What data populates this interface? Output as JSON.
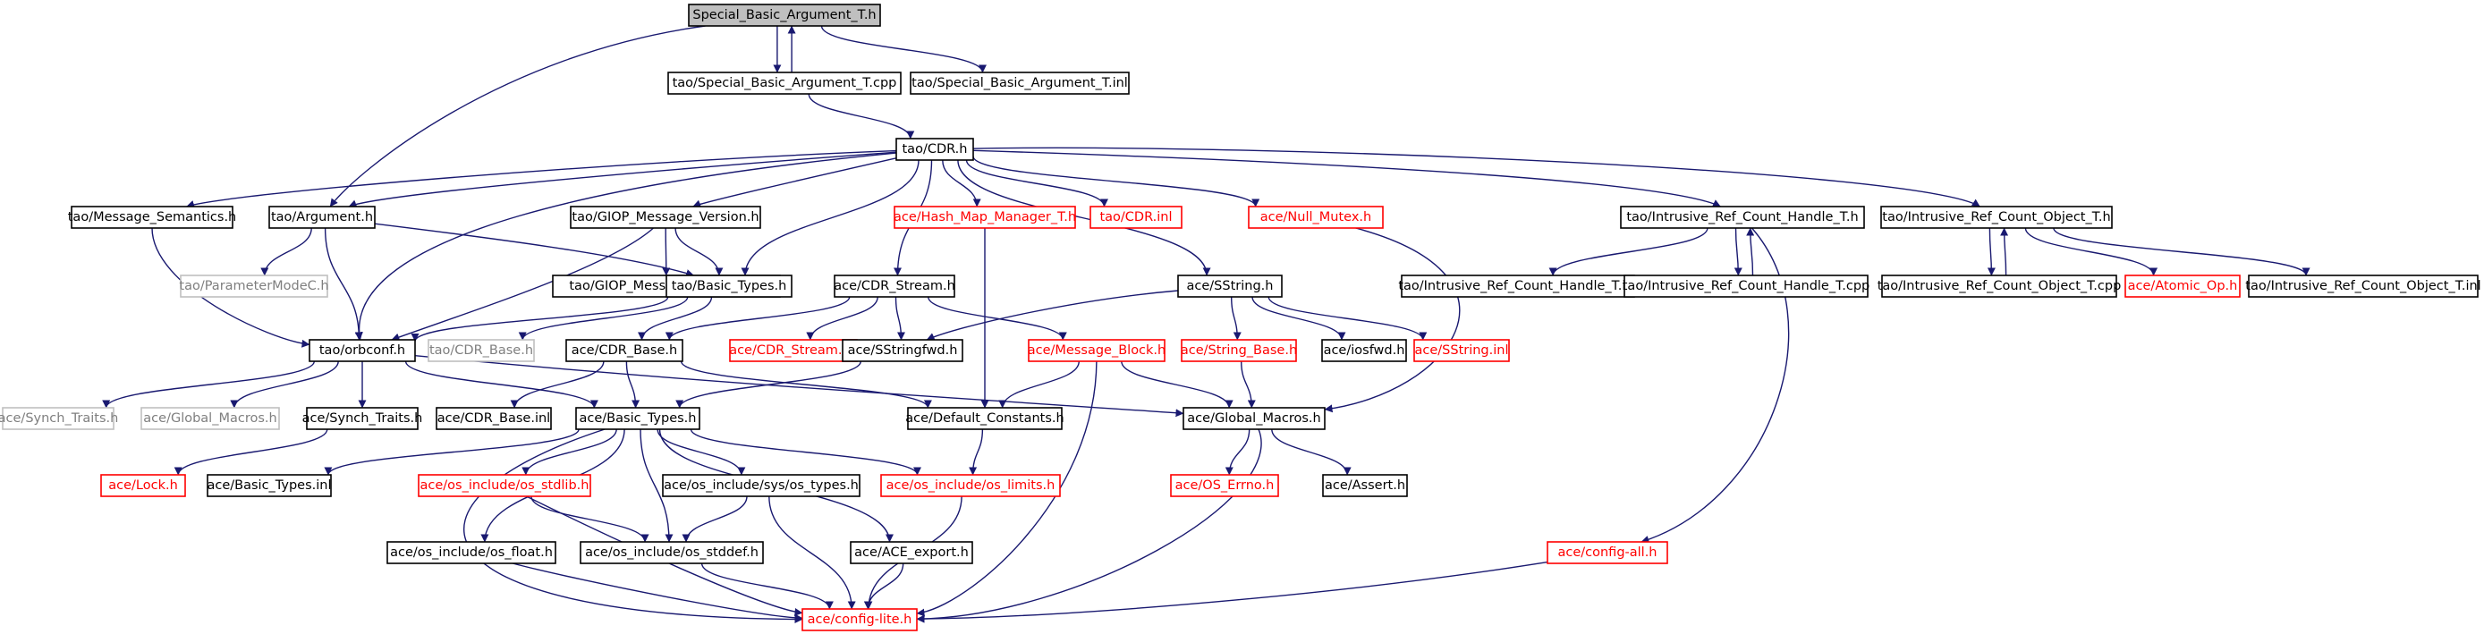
{
  "colors": {
    "edge": "#191970",
    "root_fill": "#bfbfbf",
    "normal_border": "#000000",
    "red_border": "#ff0000",
    "gray_border": "#bfbfbf",
    "normal_text": "#000000",
    "red_text": "#ff0000",
    "gray_text": "#7f7f7f"
  },
  "nodes": [
    {
      "id": "root",
      "label": "Special_Basic_Argument_T.h",
      "style": "root"
    },
    {
      "id": "sba_cpp",
      "label": "tao/Special_Basic_Argument_T.cpp",
      "style": "normal"
    },
    {
      "id": "sba_inl",
      "label": "tao/Special_Basic_Argument_T.inl",
      "style": "normal"
    },
    {
      "id": "cdr_h",
      "label": "tao/CDR.h",
      "style": "normal"
    },
    {
      "id": "msg_sem",
      "label": "tao/Message_Semantics.h",
      "style": "normal"
    },
    {
      "id": "argument",
      "label": "tao/Argument.h",
      "style": "normal"
    },
    {
      "id": "giop_ver",
      "label": "tao/GIOP_Message_Version.h",
      "style": "normal"
    },
    {
      "id": "hash_map",
      "label": "ace/Hash_Map_Manager_T.h",
      "style": "red"
    },
    {
      "id": "cdr_inl",
      "label": "tao/CDR.inl",
      "style": "red"
    },
    {
      "id": "null_mutex",
      "label": "ace/Null_Mutex.h",
      "style": "red"
    },
    {
      "id": "irch",
      "label": "tao/Intrusive_Ref_Count_Handle_T.h",
      "style": "normal"
    },
    {
      "id": "irco",
      "label": "tao/Intrusive_Ref_Count_Object_T.h",
      "style": "normal"
    },
    {
      "id": "param_mode",
      "label": "tao/ParameterModeC.h",
      "style": "gray"
    },
    {
      "id": "giop_ver_inl",
      "label": "tao/GIOP_Message_Version.inl",
      "style": "normal"
    },
    {
      "id": "tao_basic",
      "label": "tao/Basic_Types.h",
      "style": "normal"
    },
    {
      "id": "cdr_stream",
      "label": "ace/CDR_Stream.h",
      "style": "normal"
    },
    {
      "id": "sstring",
      "label": "ace/SString.h",
      "style": "normal"
    },
    {
      "id": "irch_inl",
      "label": "tao/Intrusive_Ref_Count_Handle_T.inl",
      "style": "normal"
    },
    {
      "id": "irch_cpp",
      "label": "tao/Intrusive_Ref_Count_Handle_T.cpp",
      "style": "normal"
    },
    {
      "id": "irco_cpp",
      "label": "tao/Intrusive_Ref_Count_Object_T.cpp",
      "style": "normal"
    },
    {
      "id": "atomic_op",
      "label": "ace/Atomic_Op.h",
      "style": "red"
    },
    {
      "id": "irco_inl",
      "label": "tao/Intrusive_Ref_Count_Object_T.inl",
      "style": "normal"
    },
    {
      "id": "orbconf",
      "label": "tao/orbconf.h",
      "style": "normal"
    },
    {
      "id": "tao_cdr_base",
      "label": "tao/CDR_Base.h",
      "style": "gray"
    },
    {
      "id": "ace_cdr_base",
      "label": "ace/CDR_Base.h",
      "style": "normal"
    },
    {
      "id": "cdr_stream_inl",
      "label": "ace/CDR_Stream.inl",
      "style": "red"
    },
    {
      "id": "sstringfwd",
      "label": "ace/SStringfwd.h",
      "style": "normal"
    },
    {
      "id": "msg_block",
      "label": "ace/Message_Block.h",
      "style": "red"
    },
    {
      "id": "string_base",
      "label": "ace/String_Base.h",
      "style": "red"
    },
    {
      "id": "iosfwd",
      "label": "ace/iosfwd.h",
      "style": "normal"
    },
    {
      "id": "sstring_inl",
      "label": "ace/SString.inl",
      "style": "red"
    },
    {
      "id": "synch_gray",
      "label": "ace/Synch_Traits.h",
      "style": "gray"
    },
    {
      "id": "global_gray",
      "label": "ace/Global_Macros.h",
      "style": "gray"
    },
    {
      "id": "synch",
      "label": "ace/Synch_Traits.h",
      "style": "normal"
    },
    {
      "id": "cdr_base_inl",
      "label": "ace/CDR_Base.inl",
      "style": "normal"
    },
    {
      "id": "ace_basic",
      "label": "ace/Basic_Types.h",
      "style": "normal"
    },
    {
      "id": "default_const",
      "label": "ace/Default_Constants.h",
      "style": "normal"
    },
    {
      "id": "global_macros",
      "label": "ace/Global_Macros.h",
      "style": "normal"
    },
    {
      "id": "lock",
      "label": "ace/Lock.h",
      "style": "red"
    },
    {
      "id": "basic_inl",
      "label": "ace/Basic_Types.inl",
      "style": "normal"
    },
    {
      "id": "os_stdlib",
      "label": "ace/os_include/os_stdlib.h",
      "style": "red"
    },
    {
      "id": "os_types",
      "label": "ace/os_include/sys/os_types.h",
      "style": "normal"
    },
    {
      "id": "os_limits",
      "label": "ace/os_include/os_limits.h",
      "style": "red"
    },
    {
      "id": "os_errno",
      "label": "ace/OS_Errno.h",
      "style": "red"
    },
    {
      "id": "assert",
      "label": "ace/Assert.h",
      "style": "normal"
    },
    {
      "id": "os_float",
      "label": "ace/os_include/os_float.h",
      "style": "normal"
    },
    {
      "id": "os_stddef",
      "label": "ace/os_include/os_stddef.h",
      "style": "normal"
    },
    {
      "id": "ace_export",
      "label": "ace/ACE_export.h",
      "style": "normal"
    },
    {
      "id": "config_all",
      "label": "ace/config-all.h",
      "style": "red"
    },
    {
      "id": "config_lite",
      "label": "ace/config-lite.h",
      "style": "red"
    }
  ],
  "edges": [
    [
      "root",
      "sba_cpp"
    ],
    [
      "root",
      "sba_inl"
    ],
    [
      "root",
      "argument"
    ],
    [
      "sba_cpp",
      "root"
    ],
    [
      "sba_cpp",
      "cdr_h"
    ],
    [
      "cdr_h",
      "msg_sem"
    ],
    [
      "cdr_h",
      "argument"
    ],
    [
      "cdr_h",
      "giop_ver"
    ],
    [
      "cdr_h",
      "hash_map"
    ],
    [
      "cdr_h",
      "cdr_inl"
    ],
    [
      "cdr_h",
      "null_mutex"
    ],
    [
      "cdr_h",
      "irch"
    ],
    [
      "cdr_h",
      "irco"
    ],
    [
      "cdr_h",
      "tao_basic"
    ],
    [
      "cdr_h",
      "cdr_stream"
    ],
    [
      "cdr_h",
      "sstring"
    ],
    [
      "cdr_h",
      "orbconf"
    ],
    [
      "msg_sem",
      "orbconf"
    ],
    [
      "argument",
      "param_mode"
    ],
    [
      "argument",
      "orbconf"
    ],
    [
      "argument",
      "tao_basic"
    ],
    [
      "giop_ver",
      "giop_ver_inl"
    ],
    [
      "giop_ver",
      "tao_basic"
    ],
    [
      "giop_ver",
      "orbconf"
    ],
    [
      "hash_map",
      "default_const"
    ],
    [
      "null_mutex",
      "global_macros"
    ],
    [
      "irch",
      "irch_inl"
    ],
    [
      "irch",
      "irch_cpp"
    ],
    [
      "irch",
      "config_all"
    ],
    [
      "irch_cpp",
      "irch"
    ],
    [
      "irco",
      "irco_cpp"
    ],
    [
      "irco",
      "atomic_op"
    ],
    [
      "irco",
      "irco_inl"
    ],
    [
      "irco_cpp",
      "irco"
    ],
    [
      "tao_basic",
      "orbconf"
    ],
    [
      "tao_basic",
      "tao_cdr_base"
    ],
    [
      "tao_basic",
      "ace_cdr_base"
    ],
    [
      "cdr_stream",
      "ace_cdr_base"
    ],
    [
      "cdr_stream",
      "cdr_stream_inl"
    ],
    [
      "cdr_stream",
      "sstringfwd"
    ],
    [
      "cdr_stream",
      "msg_block"
    ],
    [
      "sstring",
      "sstringfwd"
    ],
    [
      "sstring",
      "string_base"
    ],
    [
      "sstring",
      "iosfwd"
    ],
    [
      "sstring",
      "sstring_inl"
    ],
    [
      "orbconf",
      "synch_gray"
    ],
    [
      "orbconf",
      "global_gray"
    ],
    [
      "orbconf",
      "synch"
    ],
    [
      "orbconf",
      "ace_basic"
    ],
    [
      "orbconf",
      "global_macros"
    ],
    [
      "ace_cdr_base",
      "cdr_base_inl"
    ],
    [
      "ace_cdr_base",
      "ace_basic"
    ],
    [
      "ace_cdr_base",
      "default_const"
    ],
    [
      "sstringfwd",
      "ace_basic"
    ],
    [
      "msg_block",
      "default_const"
    ],
    [
      "msg_block",
      "global_macros"
    ],
    [
      "msg_block",
      "config_lite"
    ],
    [
      "string_base",
      "global_macros"
    ],
    [
      "synch",
      "lock"
    ],
    [
      "ace_basic",
      "basic_inl"
    ],
    [
      "ace_basic",
      "os_stdlib"
    ],
    [
      "ace_basic",
      "os_types"
    ],
    [
      "ace_basic",
      "os_limits"
    ],
    [
      "ace_basic",
      "os_float"
    ],
    [
      "ace_basic",
      "os_stddef"
    ],
    [
      "ace_basic",
      "ace_export"
    ],
    [
      "ace_basic",
      "config_lite"
    ],
    [
      "default_const",
      "os_limits"
    ],
    [
      "global_macros",
      "os_errno"
    ],
    [
      "global_macros",
      "assert"
    ],
    [
      "global_macros",
      "config_lite"
    ],
    [
      "os_stdlib",
      "os_stddef"
    ],
    [
      "os_stdlib",
      "config_lite"
    ],
    [
      "os_types",
      "os_stddef"
    ],
    [
      "os_types",
      "config_lite"
    ],
    [
      "os_limits",
      "config_lite"
    ],
    [
      "os_float",
      "config_lite"
    ],
    [
      "os_stddef",
      "config_lite"
    ],
    [
      "ace_export",
      "config_lite"
    ],
    [
      "config_all",
      "config_lite"
    ]
  ]
}
